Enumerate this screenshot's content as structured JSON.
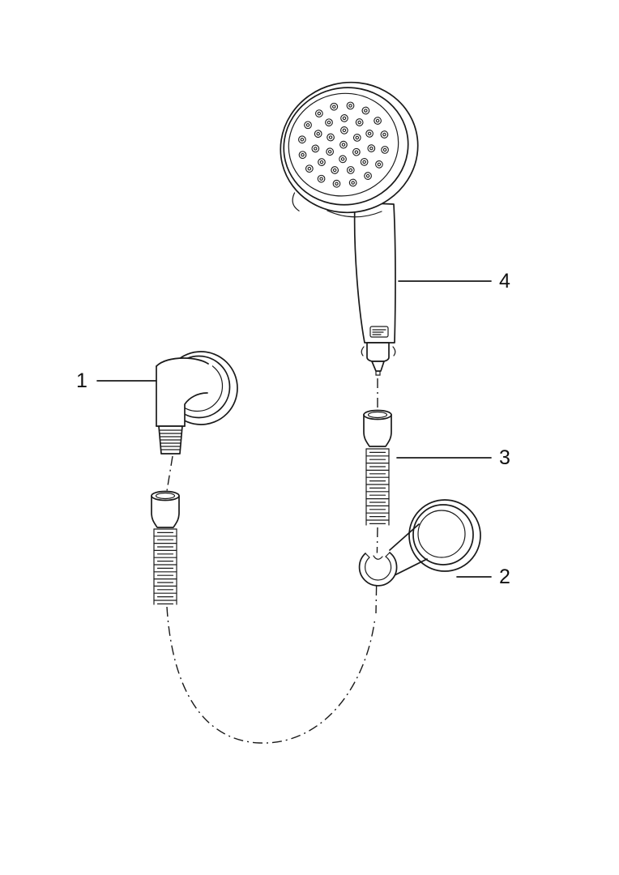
{
  "diagram": {
    "background": "#ffffff",
    "line_color": "#1a1a1a",
    "callouts": [
      {
        "label": "1",
        "part": "wall-elbow-outlet"
      },
      {
        "label": "2",
        "part": "wall-bracket-holder"
      },
      {
        "label": "3",
        "part": "shower-hose"
      },
      {
        "label": "4",
        "part": "hand-shower"
      }
    ]
  }
}
